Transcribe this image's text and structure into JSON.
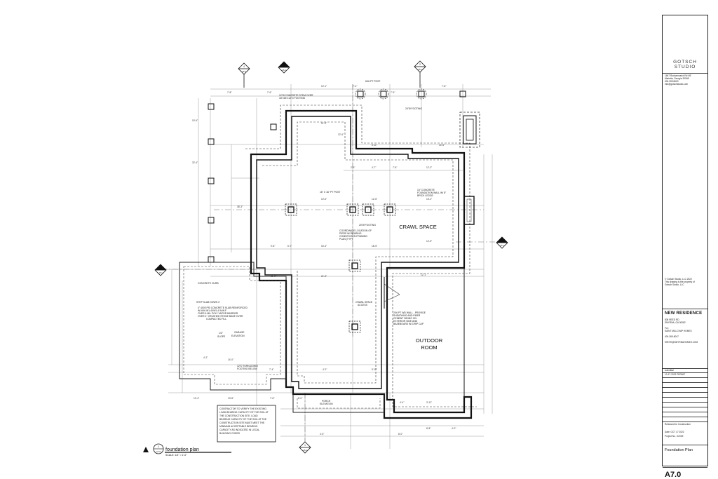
{
  "plan": {
    "title": "foundation plan",
    "scale": "SCALE: 1/4\" = 1'-0\"",
    "detail_num": "1",
    "detail_sheet": "A7.0",
    "rooms": [
      "CRAWL SPACE",
      "OUTDOOR",
      "ROOM"
    ],
    "notes": [
      "12\"Ø CONCRETE STEM OVER",
      "18\"x18\"x12\"D FOOTING",
      "6X6 PT POST",
      "24\"Ø FOOTING",
      "16\" X 16\" PT POST",
      "10\" CONCRETE",
      "FOUNDATION WALL W/ 8\"",
      "BRICK LEDGE",
      "20\"Ø FOOTING",
      "COORDINATE LOCATION OF",
      "PIERS W/ BEARING",
      "CONDITION IN FRAMING",
      "PLAN (TYP)",
      "CONCRETE CURB",
      "STEP SLAB DOWN 1\"",
      "4\" 4000 PSI CONCRETE SLAB REINFORCED",
      "W/ 6X6 W1.4XW1.4 W.W.F",
      "OVER 6 MIL POLY VAPOR BARRIER",
      "OVER 4\" CRUSHED STONE BASE OVER",
      "COMPACTED FILL",
      "GARAGE",
      "ELEVATION",
      "1/2\"",
      "SLOPE",
      "12\"D TURN-DOWN",
      "FOOTING BELOW",
      "CRAWL SPACE",
      "ACCESS",
      "2X6 PT WD WALL - PROVIDE",
      "SHEATHING AND FIBER",
      "CEMENT SIDING ON",
      "EXTERIOR SIDE AND",
      "BASEBOARD W/ DRIP CAP",
      "PORCH",
      "ELEVATION",
      "CONTRACTOR TO VERIFY THE EXISTING",
      "LOAD BEARING CAPACITY OF THE SOIL AT",
      "THE CONSTRUCTION SITE. LOAD",
      "BEARING CAPACITY OF THE SOIL AT THE",
      "CONSTRUCTION SITE MUST MEET THE",
      "MINIMUM ACCEPTABLE BEARING",
      "CAPACITY AS INDICATED IN LOCAL",
      "BUILDING CODES"
    ],
    "dims": [
      "7'-8\"",
      "7'-6\"",
      "10'-1\"",
      "7'-4\"",
      "7'-9\"",
      "7'-8\"",
      "11'-0\"",
      "12'-6\"",
      "5'-11\"",
      "14'-5\"",
      "2'-9\"",
      "4'-7\"",
      "7'-8\"",
      "12'-2\"",
      "10'-6\"",
      "12'-6\"",
      "16'-2\"",
      "9'-8\"",
      "5'-7\"",
      "16'-3\"",
      "18'-5\"",
      "14'-5\"",
      "12'-1\"",
      "21'-5\"",
      "11'-0\"",
      "5'-11\"",
      "4'-2\"",
      "7'-4\"",
      "14'-0\"",
      "4'-2\"",
      "10'-4\"",
      "13'-8\"",
      "8'-0\"",
      "7'-8\"",
      "4'-4\"",
      "3'-11\"",
      "8'-8\"",
      "4'-0\"",
      "8'-0\"",
      "4'-5\"",
      "19'-6\"",
      "32'-4\"",
      "38'-3\""
    ],
    "markers": [
      "4",
      "A5.0",
      "2",
      "A5.1",
      "3",
      "A5.0",
      "1",
      "A5.1",
      "4",
      "A5.1",
      "1",
      "A5.0"
    ]
  },
  "titleblock": {
    "studio": "GOTSCH STUDIO",
    "address": "1667 Roxhamcatch Rd NE\nMarietta, Georgia 30068\n404.309.6620\ninfo@gotschstudio.com",
    "copyright": "© Gotsch Studio, LLC 2022\nThis drawing is the property of\nGotsch Studio, LLC",
    "project": "NEW RESIDENCE",
    "site": "808 REED RD\nSMYRNA, GA 30082",
    "client_label": "For:",
    "client": "SAINT MILLCHAP HOMES",
    "phone": "404-369-6047",
    "email": "KRISTI@SMYRNAHOMES.COM",
    "submittal_label": "submittal",
    "submittal": "10-17-2022  PERMIT",
    "release": "Released for Construction",
    "date": "Date: OCT 17 2022",
    "project_no": "Project No.: 22039",
    "sheet_name": "Foundation Plan",
    "sheet_number": "A7.0"
  }
}
